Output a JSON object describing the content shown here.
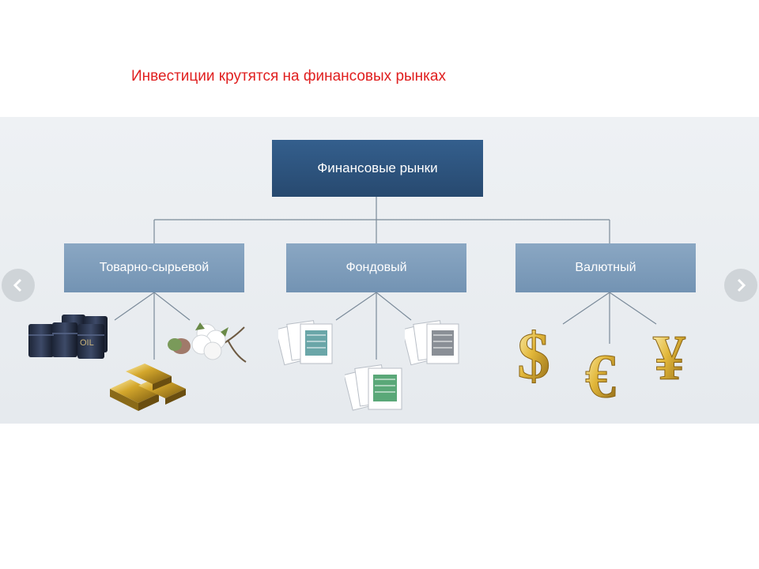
{
  "slide": {
    "title": "Инвестиции крутятся на финансовых рынках"
  },
  "diagram": {
    "root": "Финансовые рынки",
    "children": [
      {
        "label": "Товарно-сырьевой",
        "illustrations": [
          "oil-barrels-icon",
          "gold-bars-icon",
          "cotton-icon"
        ]
      },
      {
        "label": "Фондовый",
        "illustrations": [
          "stock-certificates-icon",
          "stock-certificates-icon",
          "stock-certificates-icon"
        ]
      },
      {
        "label": "Валютный",
        "illustrations": [
          "dollar-icon",
          "euro-icon",
          "yen-icon"
        ]
      }
    ],
    "oil_label": "OIL",
    "currency_symbols": [
      "$",
      "€",
      "¥"
    ]
  },
  "nav": {
    "prev_icon": "chevron-left-icon",
    "next_icon": "chevron-right-icon"
  },
  "colors": {
    "title": "#e02020",
    "root_box": "#2f5680",
    "child_box": "#809ebd",
    "connector": "#7a8a99"
  }
}
